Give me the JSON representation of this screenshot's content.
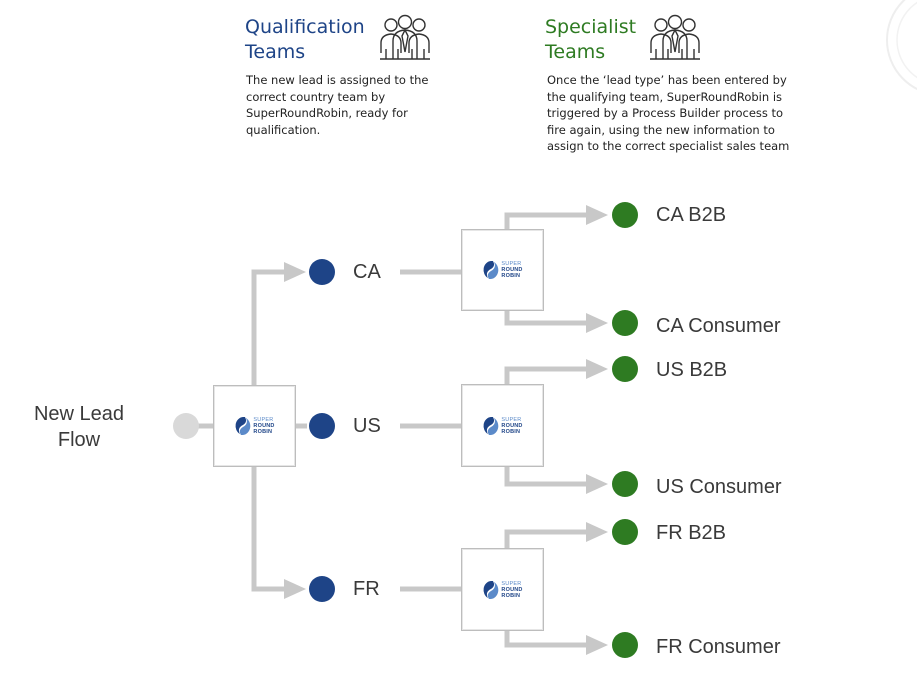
{
  "qualification": {
    "title_line1": "Qualification",
    "title_line2": "Teams",
    "description": [
      "The new lead is assigned to the",
      "correct country team by",
      "SuperRoundRobin, ready for",
      "qualification."
    ]
  },
  "specialist": {
    "title_line1": "Specialist",
    "title_line2": "Teams",
    "description": [
      "Once the ‘lead type’ has been entered by",
      "the qualifying team, SuperRoundRobin is",
      "triggered by a Process Builder process to",
      "fire again, using the new information to",
      "assign to the correct specialist sales team"
    ]
  },
  "start": {
    "line1": "New Lead",
    "line2": "Flow"
  },
  "logo": {
    "line1": "SUPER",
    "line2": "ROUND",
    "line3": "ROBIN"
  },
  "countries": [
    "CA",
    "US",
    "FR"
  ],
  "teams": {
    "ca_b2b": "CA B2B",
    "ca_consumer": "CA Consumer",
    "us_b2b": "US B2B",
    "us_consumer": "US Consumer",
    "fr_b2b": "FR B2B",
    "fr_consumer": "FR Consumer"
  },
  "colors": {
    "blue_node": "#1e4487",
    "green_node": "#2e7b22",
    "start_node": "#d9d9d9",
    "connector": "#c8c8c8"
  },
  "icons": [
    "people-group-icon",
    "people-group-icon"
  ]
}
